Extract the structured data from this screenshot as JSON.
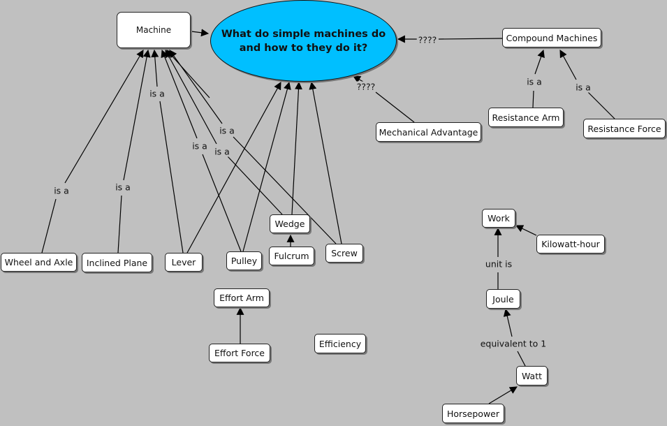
{
  "main_question": "What do simple machines do and how to they do it?",
  "nodes": {
    "machine": "Machine",
    "compound_machines": "Compound Machines",
    "mechanical_advantage": "Mechanical Advantage",
    "resistance_arm": "Resistance Arm",
    "resistance_force": "Resistance Force",
    "wheel_and_axle": "Wheel and Axle",
    "inclined_plane": "Inclined Plane",
    "lever": "Lever",
    "pulley": "Pulley",
    "wedge": "Wedge",
    "fulcrum": "Fulcrum",
    "screw": "Screw",
    "effort_arm": "Effort Arm",
    "effort_force": "Effort Force",
    "efficiency": "Efficiency",
    "work": "Work",
    "kilowatt_hour": "Kilowatt-hour",
    "joule": "Joule",
    "watt": "Watt",
    "horsepower": "Horsepower"
  },
  "link_labels": {
    "compound_to_question": "????",
    "mech_adv_to_question": "????",
    "wheel_is_a": "is a",
    "incline_is_a": "is a",
    "lever_is_a": "is a",
    "pulley_is_a": "is a",
    "wedge_is_a": "is a",
    "screw_is_a": "is a",
    "resistance_arm_is_a": "is a",
    "resistance_force_is_a": "is a",
    "joule_unit_is": "unit is",
    "watt_equivalent": "equivalent to 1"
  },
  "colors": {
    "background": "#c0c0c0",
    "main_node_fill": "#00bfff",
    "node_fill": "#ffffff",
    "line": "#000000"
  }
}
